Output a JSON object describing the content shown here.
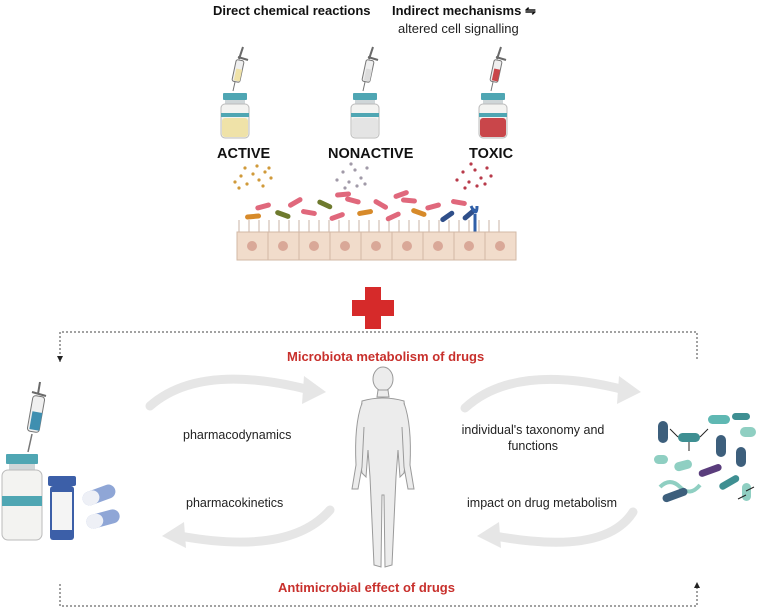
{
  "top": {
    "direct_label": "Direct chemical reactions",
    "indirect_label": "Indirect mechanisms ⇋",
    "indirect_sub": "altered cell signalling"
  },
  "states": {
    "active": "ACTIVE",
    "nonactive": "NONACTIVE",
    "toxic": "TOXIC"
  },
  "cycle": {
    "top_title": "Microbiota metabolism of drugs",
    "bottom_title": "Antimicrobial effect of drugs",
    "left_upper": "pharmacodynamics",
    "left_lower": "pharmacokinetics",
    "right_upper": "individual's taxonomy and functions",
    "right_lower": "impact on drug metabolism"
  },
  "colors": {
    "accent_red": "#c8302c",
    "cross_red": "#d62a2a",
    "active_fluid": "#efe2a8",
    "nonactive_fluid": "#e4e4e4",
    "toxic_fluid": "#c9464a",
    "cell_fill": "#f1dccb",
    "nucleus": "#d9a898",
    "bacteria_pink": "#e0687c",
    "bacteria_green": "#6e7a2e",
    "bacteria_orange": "#d78a2a",
    "bacteria_navy": "#2f4f8a",
    "teal": "#5fb8b3"
  },
  "icons": [
    "syringe-icon",
    "vial-icon",
    "pill-bottle-icon",
    "capsule-icon",
    "human-figure-icon",
    "bacteria-icon",
    "cycle-arrow-icon",
    "red-cross-icon"
  ]
}
